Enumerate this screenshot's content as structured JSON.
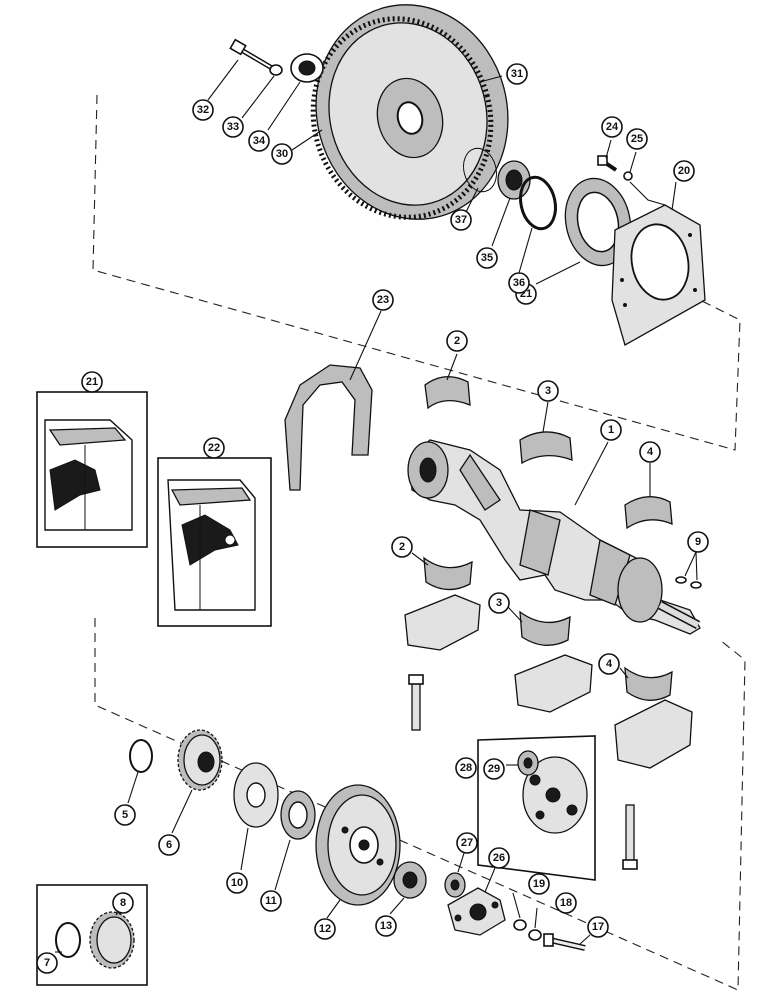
{
  "callouts": {
    "c1": "1",
    "c2a": "2",
    "c2b": "2",
    "c3a": "3",
    "c3b": "3",
    "c4a": "4",
    "c4b": "4",
    "c5": "5",
    "c6": "6",
    "c7": "7",
    "c8": "8",
    "c9": "9",
    "c10": "10",
    "c11": "11",
    "c12": "12",
    "c13": "13",
    "c17": "17",
    "c18": "18",
    "c19": "19",
    "c20": "20",
    "c21a": "21",
    "c21b": "21",
    "c22": "22",
    "c23": "23",
    "c24": "24",
    "c25": "25",
    "c26": "26",
    "c27": "27",
    "c28": "28",
    "c29": "29",
    "c30": "30",
    "c31": "31",
    "c32": "32",
    "c33": "33",
    "c34": "34",
    "c35": "35",
    "c36": "36",
    "c37": "37"
  },
  "colors": {
    "ink": "#111111",
    "paper": "#ffffff",
    "shade": "#bdbdbd"
  }
}
